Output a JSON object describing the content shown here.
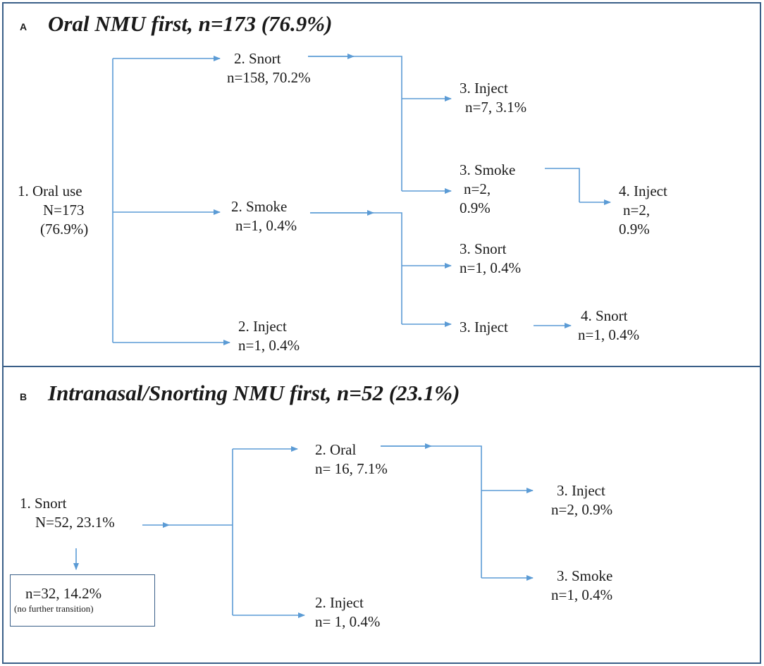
{
  "panel_a": {
    "letter": "A",
    "title": "Oral NMU first, n=173 (76.9%)",
    "nodes": {
      "oral_use": [
        "1. Oral use",
        "N=173",
        "(76.9%)"
      ],
      "snort_2": [
        "2. Snort",
        "n=158, 70.2%"
      ],
      "smoke_2": [
        "2. Smoke",
        "n=1, 0.4%"
      ],
      "inject_2": [
        "2. Inject",
        "n=1, 0.4%"
      ],
      "inject_3a": [
        "3. Inject",
        "n=7, 3.1%"
      ],
      "smoke_3": [
        "3. Smoke",
        "n=2,",
        "0.9%"
      ],
      "inject_4": [
        "4. Inject",
        "n=2,",
        "0.9%"
      ],
      "snort_3": [
        "3. Snort",
        "n=1, 0.4%"
      ],
      "inject_3b": [
        "3. Inject"
      ],
      "snort_4": [
        "4. Snort",
        "n=1, 0.4%"
      ]
    }
  },
  "panel_b": {
    "letter": "B",
    "title": "Intranasal/Snorting NMU first, n=52 (23.1%)",
    "nodes": {
      "snort_1": [
        "1. Snort",
        "N=52, 23.1%"
      ],
      "no_transition": [
        "n=32, 14.2%",
        "(no further transition)"
      ],
      "oral_2": [
        "2. Oral",
        "n= 16, 7.1%"
      ],
      "inject_2": [
        "2. Inject",
        "n= 1, 0.4%"
      ],
      "inject_3": [
        "3. Inject",
        "n=2, 0.9%"
      ],
      "smoke_3": [
        "3. Smoke",
        "n=1, 0.4%"
      ]
    }
  },
  "colors": {
    "arrow": "#5b9bd5",
    "border": "#3a5f88",
    "text": "#1a1a1a"
  }
}
